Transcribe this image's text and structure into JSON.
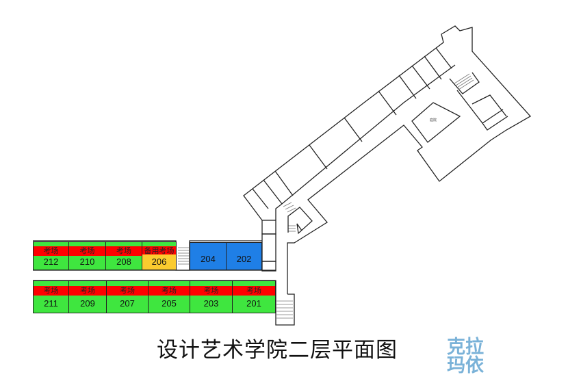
{
  "title": "设计艺术学院二层平面图",
  "watermark": "克拉玛依",
  "colors": {
    "exam": "#3fe63f",
    "exam_label": "#ff0000",
    "spare": "#fbcb2f",
    "other": "#1f7fe6"
  },
  "top_row": [
    {
      "label": "考场",
      "number": "212"
    },
    {
      "label": "考场",
      "number": "210"
    },
    {
      "label": "考场",
      "number": "208"
    },
    {
      "label": "备用考场",
      "number": "206"
    },
    {
      "label": "",
      "number": "204"
    },
    {
      "label": "",
      "number": "202"
    }
  ],
  "bottom_row": [
    {
      "label": "考场",
      "number": "211"
    },
    {
      "label": "考场",
      "number": "209"
    },
    {
      "label": "考场",
      "number": "207"
    },
    {
      "label": "考场",
      "number": "205"
    },
    {
      "label": "考场",
      "number": "203"
    },
    {
      "label": "考场",
      "number": "201"
    }
  ],
  "plan_labels": {
    "courtyard": "庭院"
  }
}
